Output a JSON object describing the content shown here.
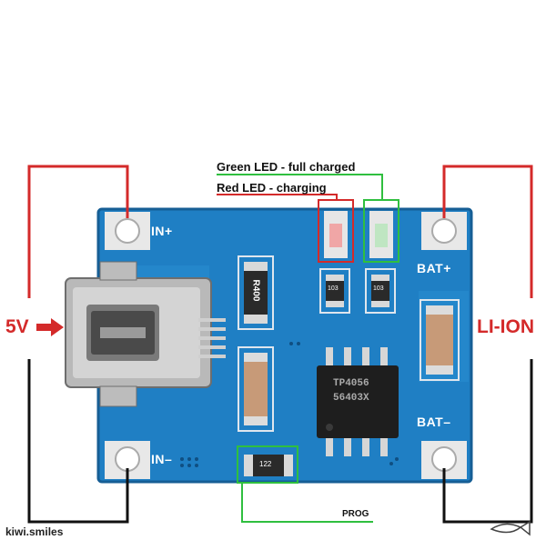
{
  "callouts": {
    "green_led": "Green LED - full charged",
    "red_led": "Red LED - charging",
    "prog": "PROG"
  },
  "side_labels": {
    "input": "5V",
    "battery": "LI-ION"
  },
  "pads": {
    "in_plus": "IN+",
    "in_minus": "IN–",
    "bat_plus": "BAT+",
    "bat_minus": "BAT–"
  },
  "components": {
    "resistor_top": "R400",
    "ic_line1": "TP4056",
    "ic_line2": "56403X",
    "resistor_prog": "122",
    "led_res_1": "103",
    "led_res_2": "103"
  },
  "watermark": "kiwi.smiles",
  "colors": {
    "red_wire": "#d42a2a",
    "black_wire": "#111111",
    "green_highlight": "#2fbf3f",
    "board_blue": "#1f7fc4"
  },
  "icons": [
    "arrow-right-icon",
    "mini-usb-icon"
  ]
}
